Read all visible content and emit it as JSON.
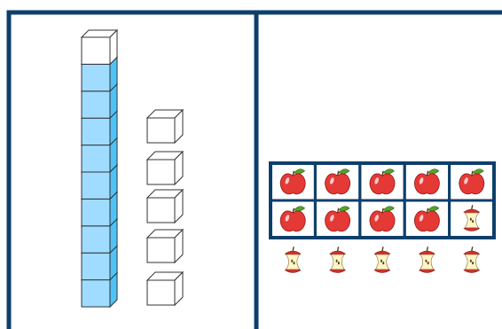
{
  "colors": {
    "frame": "#0d3f6b",
    "filled_cube_front": "#9fdcff",
    "filled_cube_top": "#c8ecff",
    "filled_cube_side": "#4fc3f7",
    "empty_cube": "#ffffff",
    "cube_stroke": "#333333",
    "apple": "#e53935",
    "apple_highlight": "#ffffff",
    "leaf": "#5aa02c",
    "core_flesh": "#fff6c8",
    "core_skin": "#d32f2f"
  },
  "left_panel": {
    "tall_stack": {
      "total_cubes": 10,
      "filled_cubes": 9,
      "empty_cubes": 1,
      "icon": "cube-icon"
    },
    "single_cubes": {
      "count": 5,
      "icon": "cube-icon"
    }
  },
  "right_panel": {
    "ten_frame": {
      "rows": 2,
      "columns": 5,
      "cells": [
        "apple",
        "apple",
        "apple",
        "apple",
        "apple",
        "apple",
        "apple",
        "apple",
        "apple",
        "apple-core"
      ]
    },
    "loose_items": {
      "count": 5,
      "item": "apple-core"
    }
  }
}
